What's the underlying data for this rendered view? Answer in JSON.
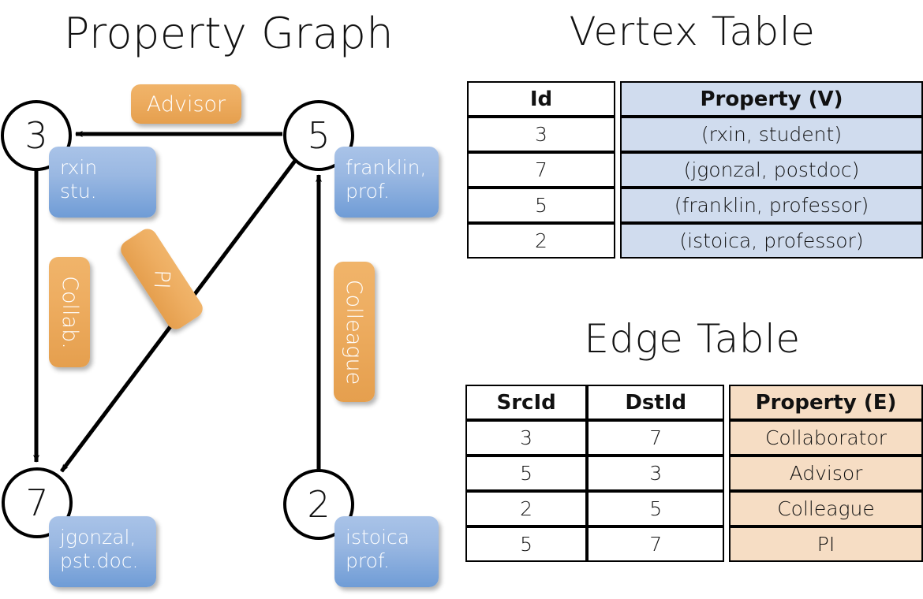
{
  "titles": {
    "graph": "Property Graph",
    "vertex_table": "Vertex Table",
    "edge_table": "Edge Table"
  },
  "graph": {
    "nodes": [
      {
        "id": "3",
        "label": "3",
        "property_lines": [
          "rxin",
          "stu."
        ]
      },
      {
        "id": "5",
        "label": "5",
        "property_lines": [
          "franklin,",
          "prof."
        ]
      },
      {
        "id": "7",
        "label": "7",
        "property_lines": [
          "jgonzal,",
          "pst.doc."
        ]
      },
      {
        "id": "2",
        "label": "2",
        "property_lines": [
          "istoica",
          "prof."
        ]
      }
    ],
    "vertex_boxes": [
      {
        "node": "3",
        "line1": "rxin",
        "line2": "stu."
      },
      {
        "node": "5",
        "line1": "franklin,",
        "line2": "prof."
      },
      {
        "node": "7",
        "line1": "jgonzal,",
        "line2": "pst.doc."
      },
      {
        "node": "2",
        "line1": "istoica",
        "line2": "prof."
      }
    ],
    "edge_labels": [
      {
        "name": "advisor",
        "text": "Advisor",
        "orientation": "horizontal"
      },
      {
        "name": "collab",
        "text": "Collab.",
        "orientation": "vertical"
      },
      {
        "name": "pi",
        "text": "PI",
        "orientation": "diagonal"
      },
      {
        "name": "colleague",
        "text": "Colleague",
        "orientation": "vertical"
      }
    ],
    "edges": [
      {
        "src": "5",
        "dst": "3",
        "label": "Advisor"
      },
      {
        "src": "3",
        "dst": "7",
        "label": "Collab."
      },
      {
        "src": "5",
        "dst": "7",
        "label": "PI"
      },
      {
        "src": "2",
        "dst": "5",
        "label": "Colleague"
      }
    ]
  },
  "vertex_table": {
    "headers": [
      "Id",
      "Property (V)"
    ],
    "rows": [
      {
        "id": "3",
        "property": "(rxin, student)"
      },
      {
        "id": "7",
        "property": "(jgonzal, postdoc)"
      },
      {
        "id": "5",
        "property": "(franklin, professor)"
      },
      {
        "id": "2",
        "property": "(istoica, professor)"
      }
    ]
  },
  "edge_table": {
    "headers": [
      "SrcId",
      "DstId",
      "Property (E)"
    ],
    "rows": [
      {
        "srcid": "3",
        "dstid": "7",
        "property": "Collaborator"
      },
      {
        "srcid": "5",
        "dstid": "3",
        "property": "Advisor"
      },
      {
        "srcid": "2",
        "dstid": "5",
        "property": "Colleague"
      },
      {
        "srcid": "5",
        "dstid": "7",
        "property": "PI"
      }
    ]
  },
  "colors": {
    "vertex_box": "#9ab8e2",
    "edge_box": "#eeae62",
    "vertex_table_fill": "#d0dcee",
    "edge_table_fill": "#f6ddc4",
    "stroke": "#000000",
    "background": "#ffffff"
  }
}
